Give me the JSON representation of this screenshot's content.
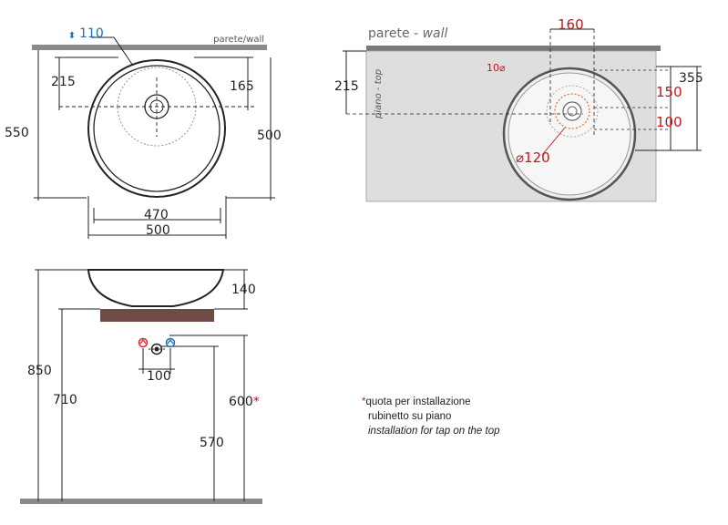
{
  "top_view": {
    "wall_label": "parete/wall",
    "tap_hole_diameter": "110",
    "dims": {
      "offset_left": "215",
      "offset_right": "165",
      "depth": "550",
      "outer_diameter_v": "500",
      "inner_width": "470",
      "outer_width": "500"
    }
  },
  "plan_view": {
    "wall_word": "parete - ",
    "wall_word_italic": "wall",
    "top_label": "piano - top",
    "dims": {
      "offset_215": "215",
      "offset_160": "160",
      "offset_355": "355",
      "offset_150": "150",
      "offset_100": "100",
      "hole_120": "⌀120",
      "mark_10": "10⌀"
    }
  },
  "side_view": {
    "dims": {
      "h_850": "850",
      "h_710": "710",
      "h_140": "140",
      "h_600": "600",
      "asterisk": "*",
      "h_570": "570",
      "taps_spacing": "100"
    },
    "colors": {
      "hot": "#d9262e",
      "cold": "#1f6fb5",
      "counter": "#6e4b45"
    }
  },
  "note": {
    "asterisk": "*",
    "line1": "quota per installazione",
    "line2": "rubinetto su piano",
    "line3": "installation for tap on the top"
  }
}
